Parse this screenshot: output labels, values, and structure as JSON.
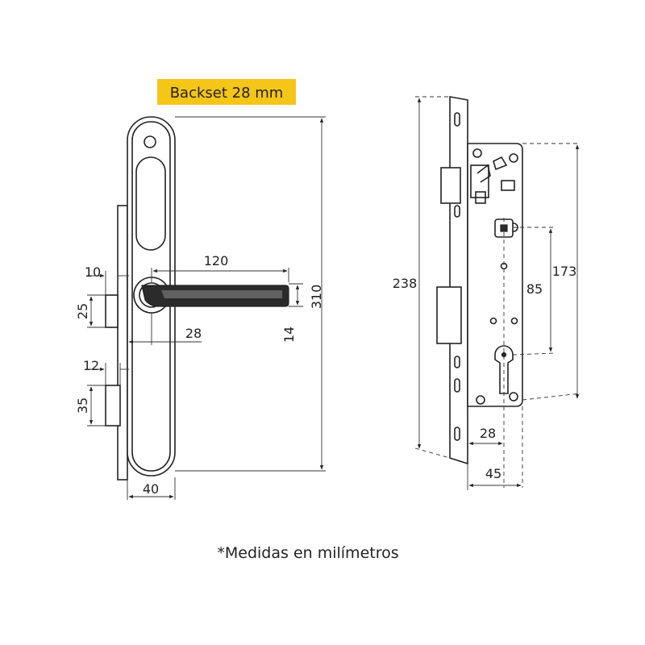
{
  "badge": {
    "text": "Backset 28 mm",
    "color": "#f5c518"
  },
  "footnote": "*Medidas en milímetros",
  "front_view": {
    "dims": {
      "height_total": "310",
      "handle_length": "120",
      "handle_depth": "14",
      "backset": "28",
      "plate_width": "40",
      "latch_width": "10",
      "latch_height": "25",
      "bolt_width": "12",
      "bolt_height": "35"
    }
  },
  "side_view": {
    "dims": {
      "faceplate_height": "238",
      "case_height": "173",
      "center_distance": "85",
      "backset": "28",
      "case_depth": "45"
    }
  }
}
